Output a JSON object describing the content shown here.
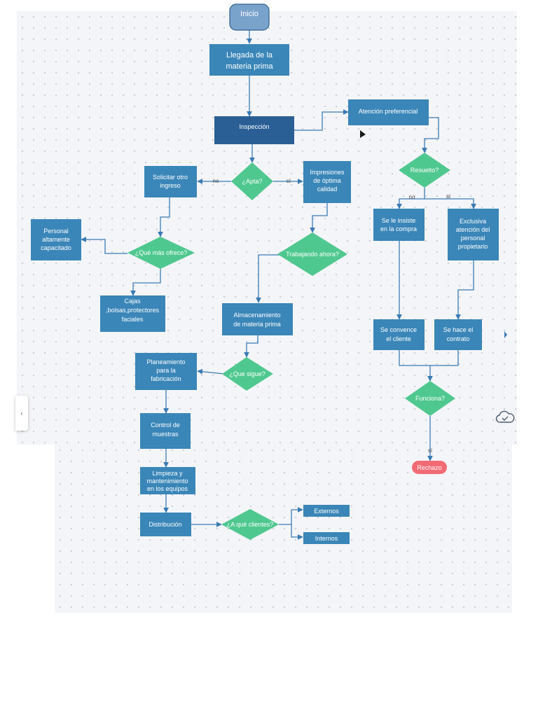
{
  "diagram": {
    "nodes": {
      "inicio": "Inicio",
      "llegada": [
        "Llegada de la",
        "materia prima"
      ],
      "inspeccion": "Inspección",
      "atencion": "Atención preferencial",
      "resuelto": "Resuelto?",
      "apta": "¿Apta?",
      "solicitar": [
        "Solicitar otro",
        "ingreso"
      ],
      "impresiones": [
        "Impresiones",
        "de óptima",
        "calidad"
      ],
      "personal": [
        "Personal",
        "altamente",
        "capacitado"
      ],
      "que_mas": "¿Qué más ofrece?",
      "trabajando": "Trabajando ahora?",
      "insiste": [
        "Se le insiste",
        "en la compra"
      ],
      "exclusiva": [
        "Exclusiva",
        "atención del",
        "personal",
        "propietario"
      ],
      "cajas": [
        "Cajas",
        ",bolsas,protectores",
        "faciales"
      ],
      "almacenamiento": [
        "Almacenamiento",
        "de materia prima"
      ],
      "convence": [
        "Se convence",
        "el cliente"
      ],
      "contrato": [
        "Se hace el",
        "contrato"
      ],
      "planeamiento": [
        "Planeamiento",
        "para la",
        "fabricación"
      ],
      "que_sigue": "¿Que sigue?",
      "funciona": "Funciona?",
      "control": [
        "Control de",
        "muestras"
      ],
      "rechazo": "Rechazo",
      "limpieza": [
        "Limpieza y",
        "mantenimiento",
        "en los equipos"
      ],
      "distribucion": "Distribución",
      "a_que": "¿A qué clientes?",
      "externos": "Externos",
      "internos": "Internos"
    },
    "edge_labels": {
      "no_apta": "no",
      "si_apta": "sí",
      "no_resuelto": "no",
      "si_resuelto": "sí",
      "si_funciona": "sí"
    },
    "colors": {
      "process": "#3a86b8",
      "process_dark": "#2a5f96",
      "decision": "#4fc88f",
      "terminal_start": "#7aa3cc",
      "terminal_end": "#f26b74",
      "edge": "#3a7bb5",
      "canvas": "#f4f5f8"
    }
  }
}
